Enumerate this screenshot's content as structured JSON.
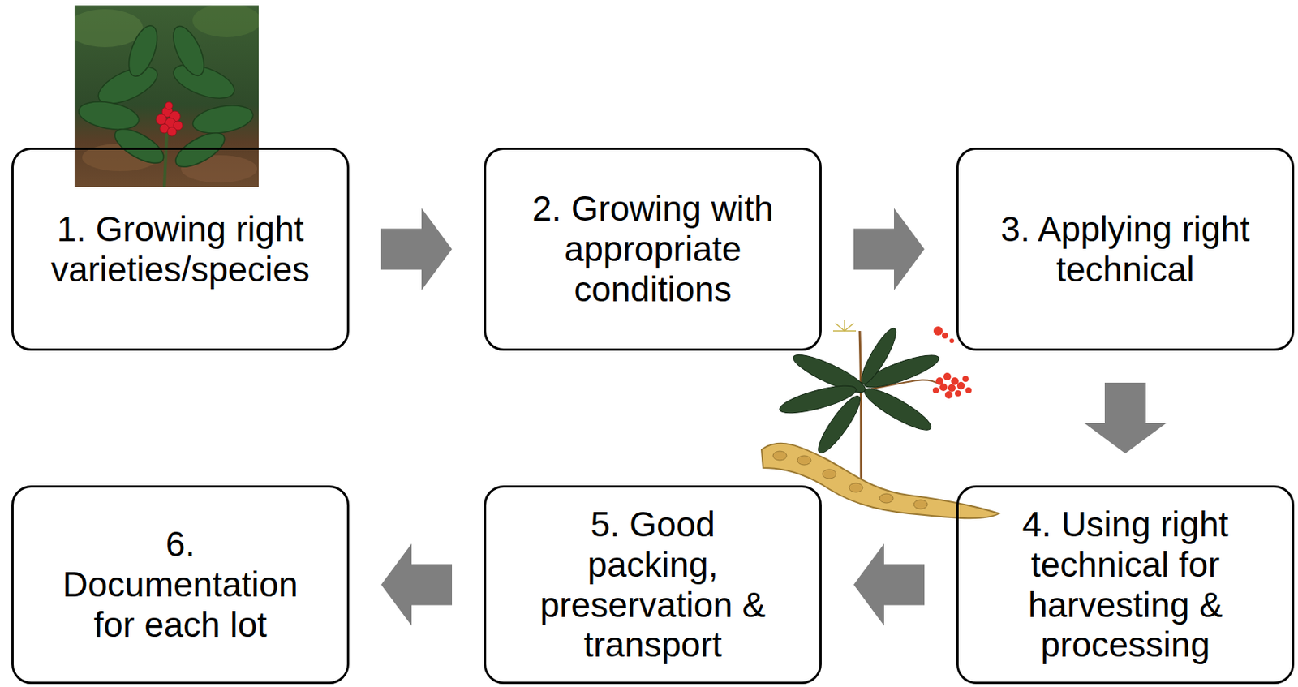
{
  "diagram": {
    "nodes": [
      {
        "text": [
          "1. Growing right varieties/species"
        ]
      },
      {
        "text": [
          "2. Growing with appropriate conditions"
        ]
      },
      {
        "text": [
          "3. Applying right technical"
        ]
      },
      {
        "text": [
          "4. Using right technical for harvesting & processing"
        ]
      },
      {
        "text": [
          "5. Good packing, preservation & transport"
        ]
      },
      {
        "text": [
          "6. Documentation for each lot"
        ]
      }
    ],
    "edges": [
      {
        "from": 0,
        "to": 1,
        "arrow": "to"
      },
      {
        "from": 1,
        "to": 2,
        "arrow": "to"
      },
      {
        "from": 2,
        "to": 3,
        "arrow": "to"
      },
      {
        "from": 3,
        "to": 4,
        "arrow": "to"
      },
      {
        "from": 4,
        "to": 5,
        "arrow": "to"
      }
    ]
  }
}
